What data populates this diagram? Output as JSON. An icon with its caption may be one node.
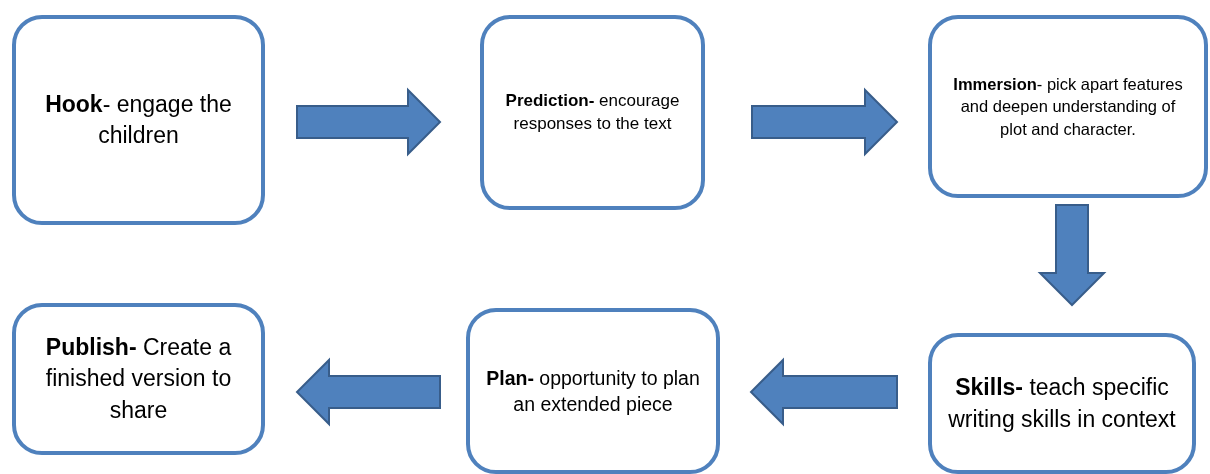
{
  "diagram": {
    "nodes": [
      {
        "text": [
          "**Hook**- engage the children"
        ]
      },
      {
        "text": [
          "**Prediction-** encourage responses to the text"
        ]
      },
      {
        "text": [
          "**Immersion**- pick apart features and deepen understanding of plot and character."
        ]
      },
      {
        "text": [
          "**Skills-** teach specific writing skills in context"
        ]
      },
      {
        "text": [
          "**Plan-** opportunity to plan an extended piece"
        ]
      },
      {
        "text": [
          "**Publish-** Create a finished version to share"
        ]
      }
    ],
    "edges": [
      {
        "from": 0,
        "to": 1,
        "arrow": "to"
      },
      {
        "from": 1,
        "to": 2,
        "arrow": "to"
      },
      {
        "from": 2,
        "to": 3,
        "arrow": "to"
      },
      {
        "from": 3,
        "to": 4,
        "arrow": "to"
      },
      {
        "from": 4,
        "to": 5,
        "arrow": "to"
      }
    ]
  }
}
